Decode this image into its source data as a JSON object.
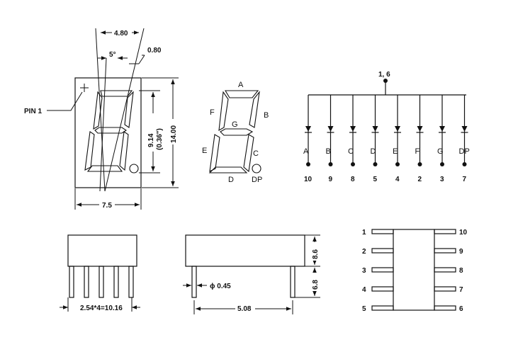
{
  "front_view": {
    "pin1_label": "PIN 1",
    "dim_width_top": "4.80",
    "dim_angle": "5°",
    "dim_segment": "0.80",
    "dim_char_height": "9.14 (0.36\")",
    "dim_char_height_mm": "9.14",
    "dim_char_height_in": "(0.36\")",
    "dim_height": "14.00",
    "dim_width": "7.5"
  },
  "segment_map": {
    "A": "A",
    "B": "B",
    "C": "C",
    "D": "D",
    "E": "E",
    "F": "F",
    "G": "G",
    "DP": "DP"
  },
  "schematic": {
    "common_pin": "1, 6",
    "channels": [
      {
        "segment": "A",
        "pin": "10"
      },
      {
        "segment": "B",
        "pin": "9"
      },
      {
        "segment": "C",
        "pin": "8"
      },
      {
        "segment": "D",
        "pin": "5"
      },
      {
        "segment": "E",
        "pin": "4"
      },
      {
        "segment": "F",
        "pin": "2"
      },
      {
        "segment": "G",
        "pin": "3"
      },
      {
        "segment": "DP",
        "pin": "7"
      }
    ]
  },
  "side_view": {
    "dim_pitch": "2.54*4=10.16"
  },
  "end_view": {
    "dim_pin_dia": "ϕ 0.45",
    "dim_body_height": "8.6",
    "dim_pin_length": "6.8",
    "dim_pin_spacing": "5.08"
  },
  "pinout": {
    "left_pins": [
      "1",
      "2",
      "3",
      "4",
      "5"
    ],
    "right_pins": [
      "10",
      "9",
      "8",
      "7",
      "6"
    ]
  }
}
